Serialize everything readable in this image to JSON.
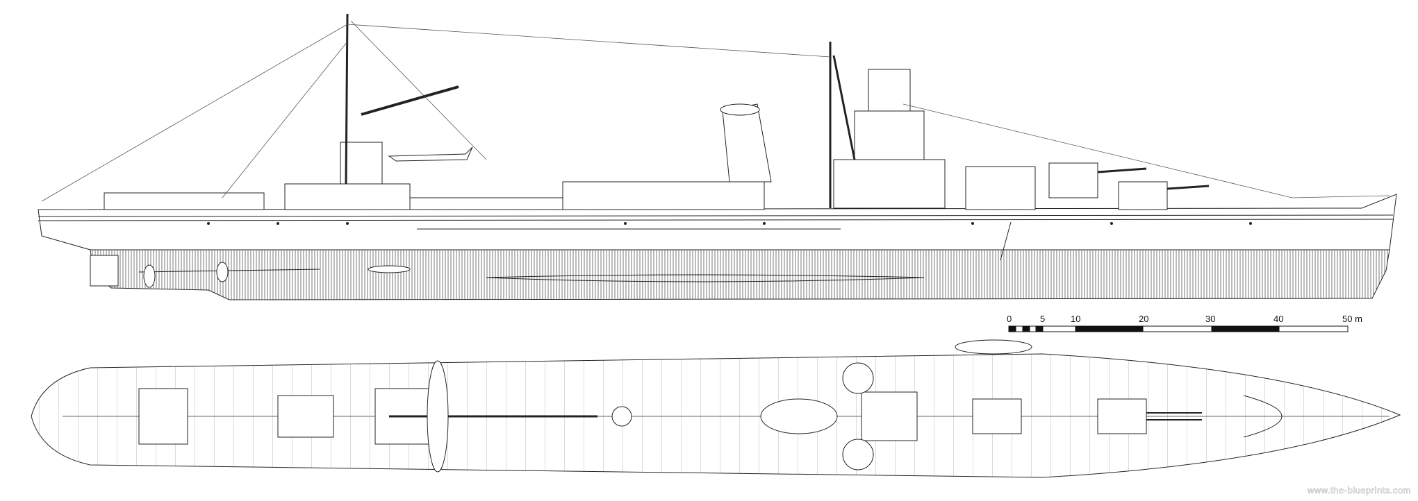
{
  "scale_bar": {
    "labels": [
      "0",
      "5",
      "10",
      "20",
      "30",
      "40",
      "50 m"
    ],
    "unit": "m"
  },
  "watermark": "www.the-blueprints.com",
  "colors": {
    "line": "#222222",
    "background": "#ffffff"
  }
}
